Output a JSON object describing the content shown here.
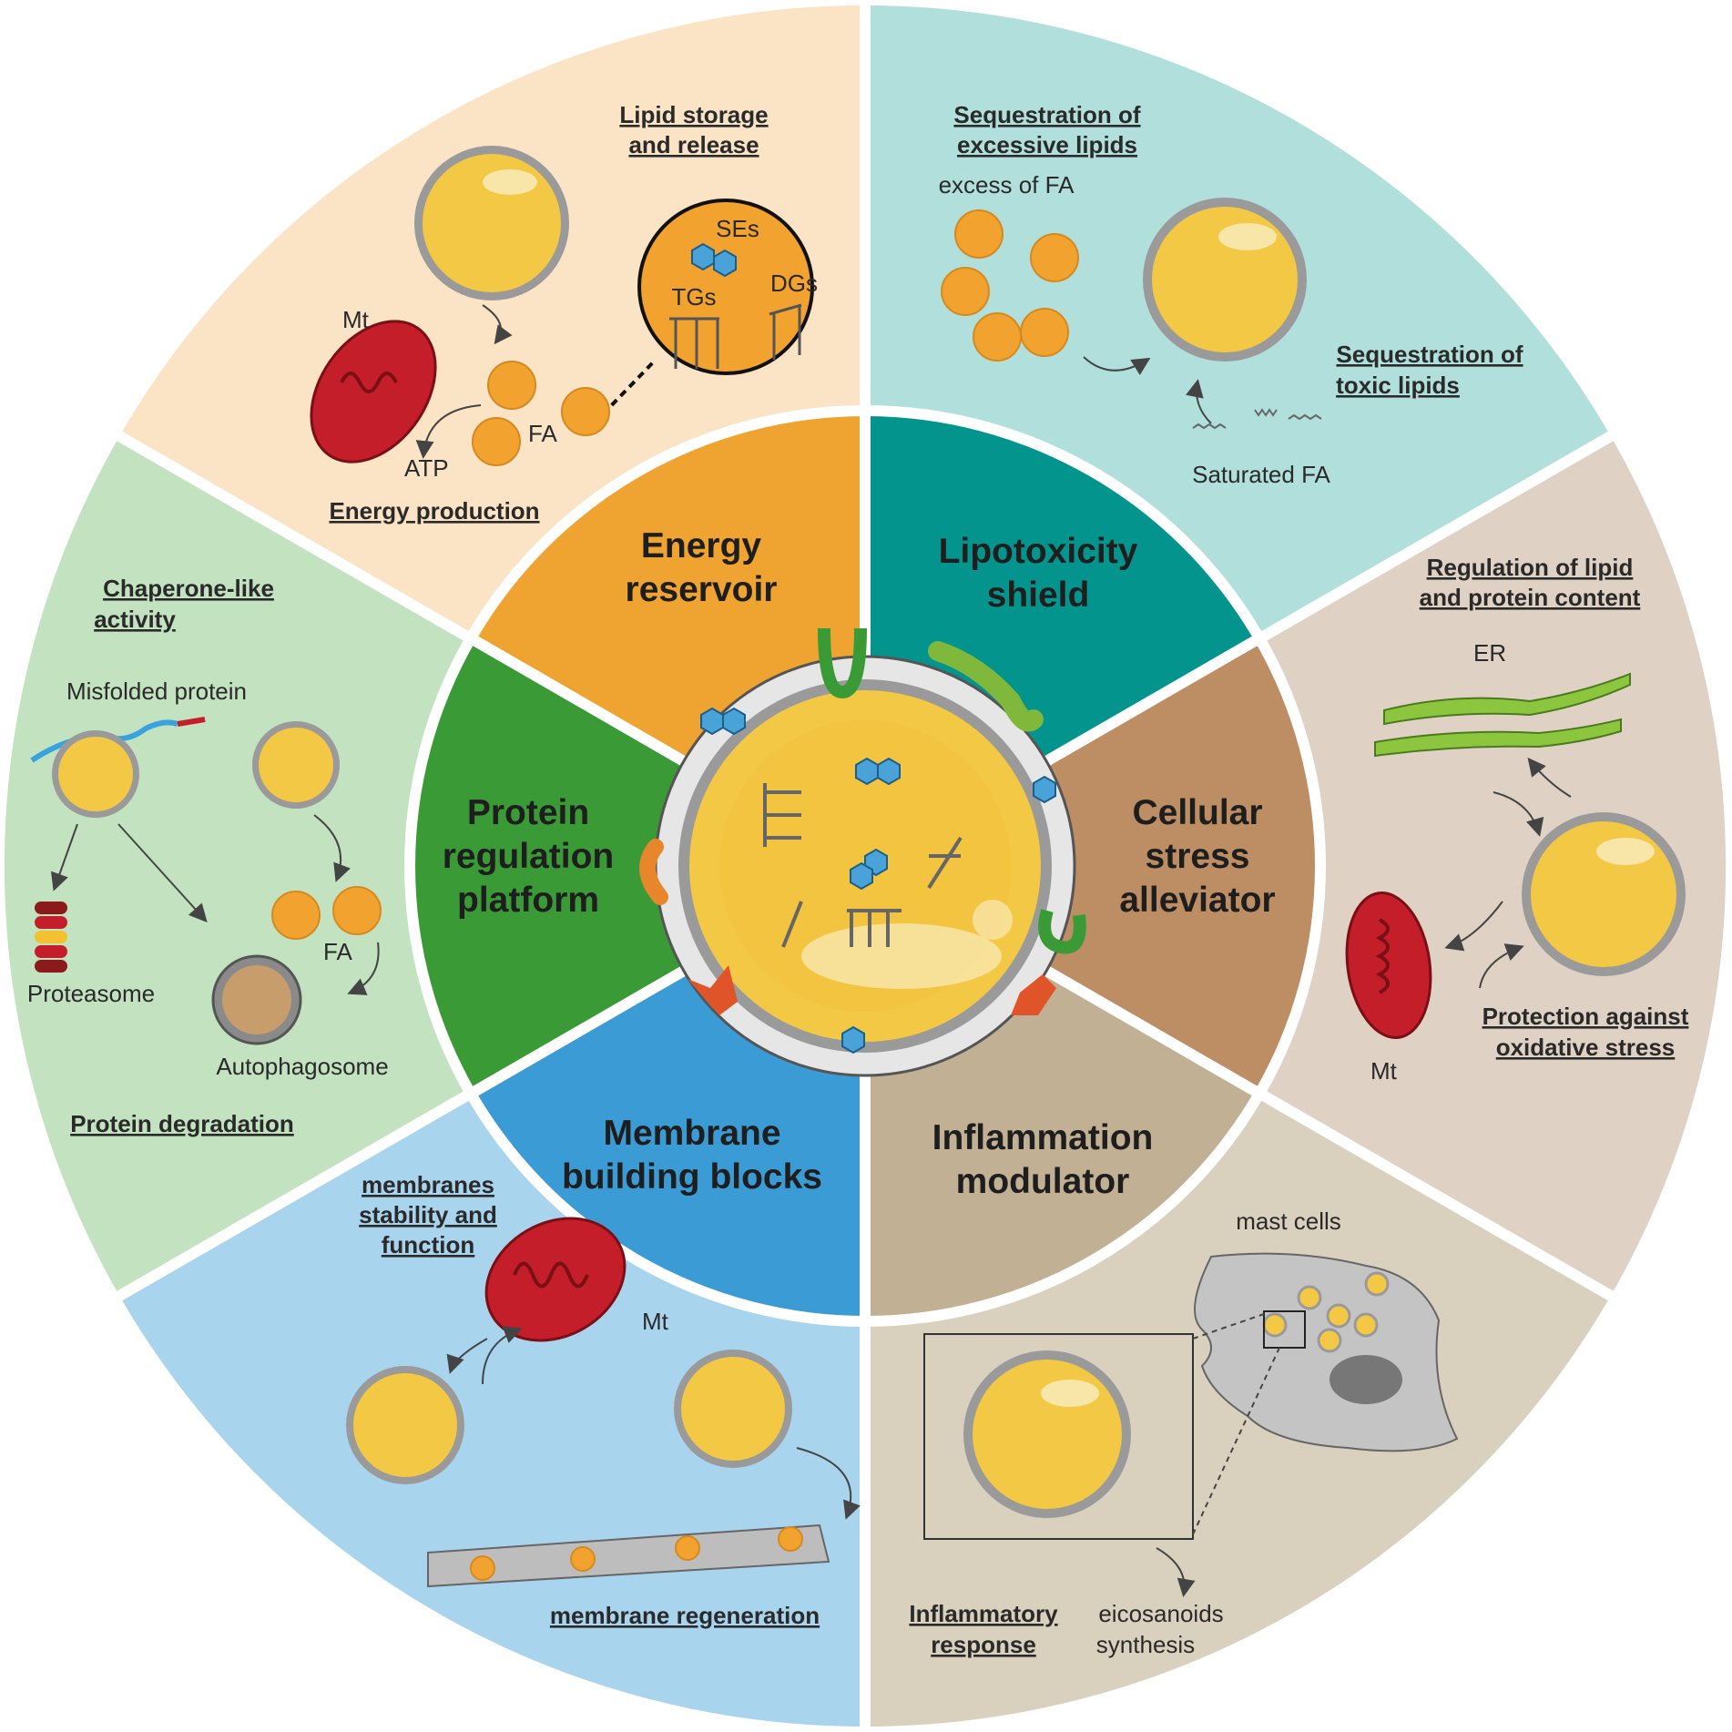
{
  "colors": {
    "energy_outer": "#fbe3c6",
    "energy_inner": "#efa432",
    "lipo_outer": "#b1e0dc",
    "lipo_inner": "#03958d",
    "stress_outer": "#dfd2c4",
    "stress_inner": "#bd8d63",
    "inflam_outer": "#d9d0bd",
    "inflam_inner": "#c1b094",
    "membrane_outer": "#a9d4ee",
    "membrane_inner": "#3b9bd5",
    "protein_outer": "#c3e2c0",
    "protein_inner": "#3a9b36",
    "droplet": "#f3c844",
    "mitochondrion": "#c41e2a",
    "fatty_acid": "#f2a22f"
  },
  "core_labels": {
    "energy": [
      "Energy",
      "reservoir"
    ],
    "lipotoxicity": [
      "Lipotoxicity",
      "shield"
    ],
    "stress": [
      "Cellular",
      "stress",
      "alleviator"
    ],
    "inflammation": [
      "Inflammation",
      "modulator"
    ],
    "membrane": [
      "Membrane",
      "building blocks"
    ],
    "protein": [
      "Protein",
      "regulation",
      "platform"
    ]
  },
  "energy_panel": {
    "heading": [
      "Lipid storage",
      "and release"
    ],
    "zoom_labels": {
      "ses": "SEs",
      "tgs": "TGs",
      "dgs": "DGs"
    },
    "mt": "Mt",
    "fa": "FA",
    "atp": "ATP",
    "footer": "Energy  production"
  },
  "lipo_panel": {
    "heading1": [
      "Sequestration of ",
      "excessive lipids"
    ],
    "excess": "excess of FA",
    "heading2": [
      "Sequestration of ",
      "toxic lipids"
    ],
    "saturated": "Saturated FA"
  },
  "stress_panel": {
    "heading1": [
      "Regulation of lipid",
      "and protein content"
    ],
    "er": "ER",
    "heading2": [
      "Protection against",
      "oxidative stress"
    ],
    "mt": "Mt"
  },
  "inflam_panel": {
    "mast": "mast cells",
    "heading": [
      "Inflammatory",
      "response"
    ],
    "eicosanoids": [
      "eicosanoids",
      "synthesis"
    ]
  },
  "membrane_panel": {
    "heading1": [
      "membranes",
      "stability and",
      "function"
    ],
    "mt": "Mt",
    "heading2": "membrane regeneration"
  },
  "protein_panel": {
    "heading1": [
      "Chaperone-like ",
      "activity"
    ],
    "misfolded": "Misfolded protein",
    "proteasome": "Proteasome",
    "fa": "FA",
    "autophagosome": "Autophagosome",
    "footer": "Protein degradation"
  }
}
